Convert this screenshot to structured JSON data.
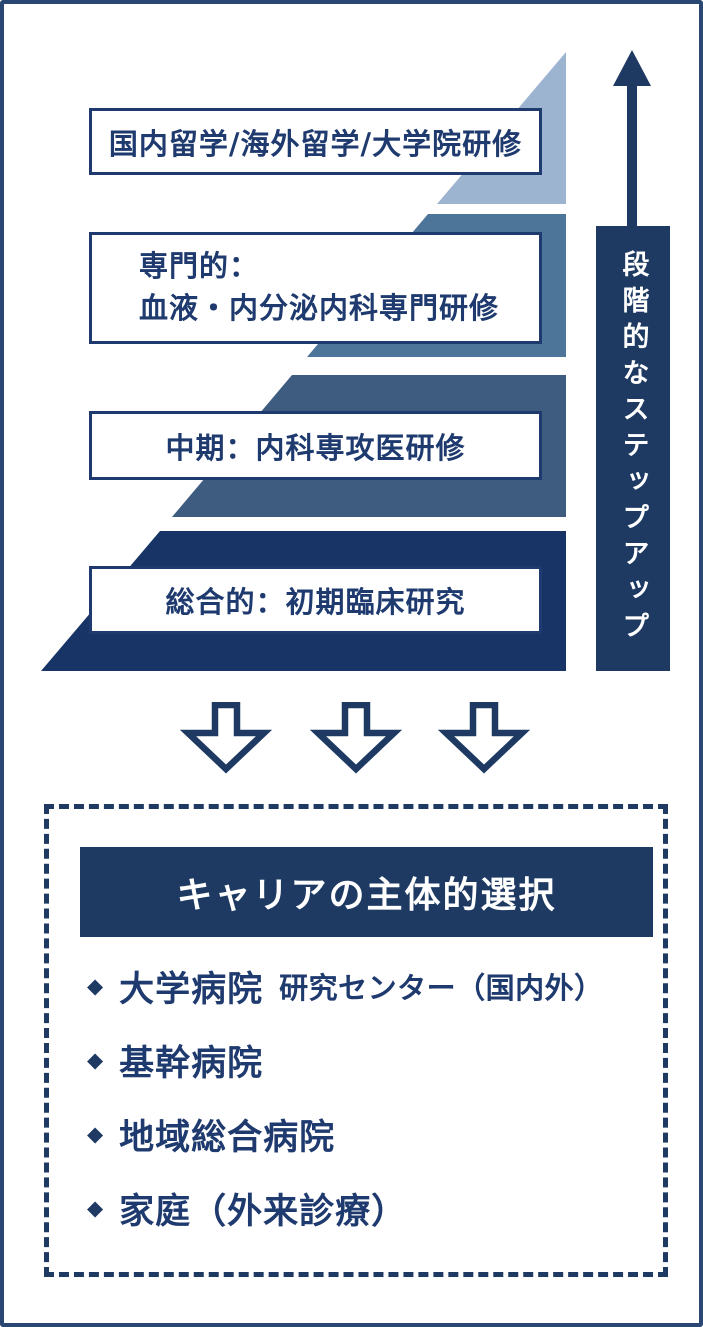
{
  "colors": {
    "navy": "#1e3a63",
    "box_border": "#1e3a6e",
    "step1": "#9db4d0",
    "step2": "#4d7499",
    "step3": "#3e5c80",
    "step4": "#183466"
  },
  "staircase": {
    "steps": [
      {
        "label": "国内留学/海外留学/大学院研修",
        "color": "#9db4d0"
      },
      {
        "label_line1": "専門的：",
        "label_line2": "血液・内分泌内科専門研修",
        "color": "#4d7499"
      },
      {
        "label": "中期：内科専攻医研修",
        "color": "#3e5c80"
      },
      {
        "label": "総合的：初期臨床研究",
        "color": "#183466"
      }
    ],
    "step_arrow": {
      "label": "段階的なステップアップ"
    }
  },
  "career": {
    "title": "キャリアの主体的選択",
    "bullet_glyph": "◆",
    "items": [
      {
        "main": "大学病院",
        "sub": "研究センター（国内外）"
      },
      {
        "main": "基幹病院",
        "sub": ""
      },
      {
        "main": "地域総合病院",
        "sub": ""
      },
      {
        "main": "家庭（外来診療）",
        "sub": ""
      }
    ]
  }
}
